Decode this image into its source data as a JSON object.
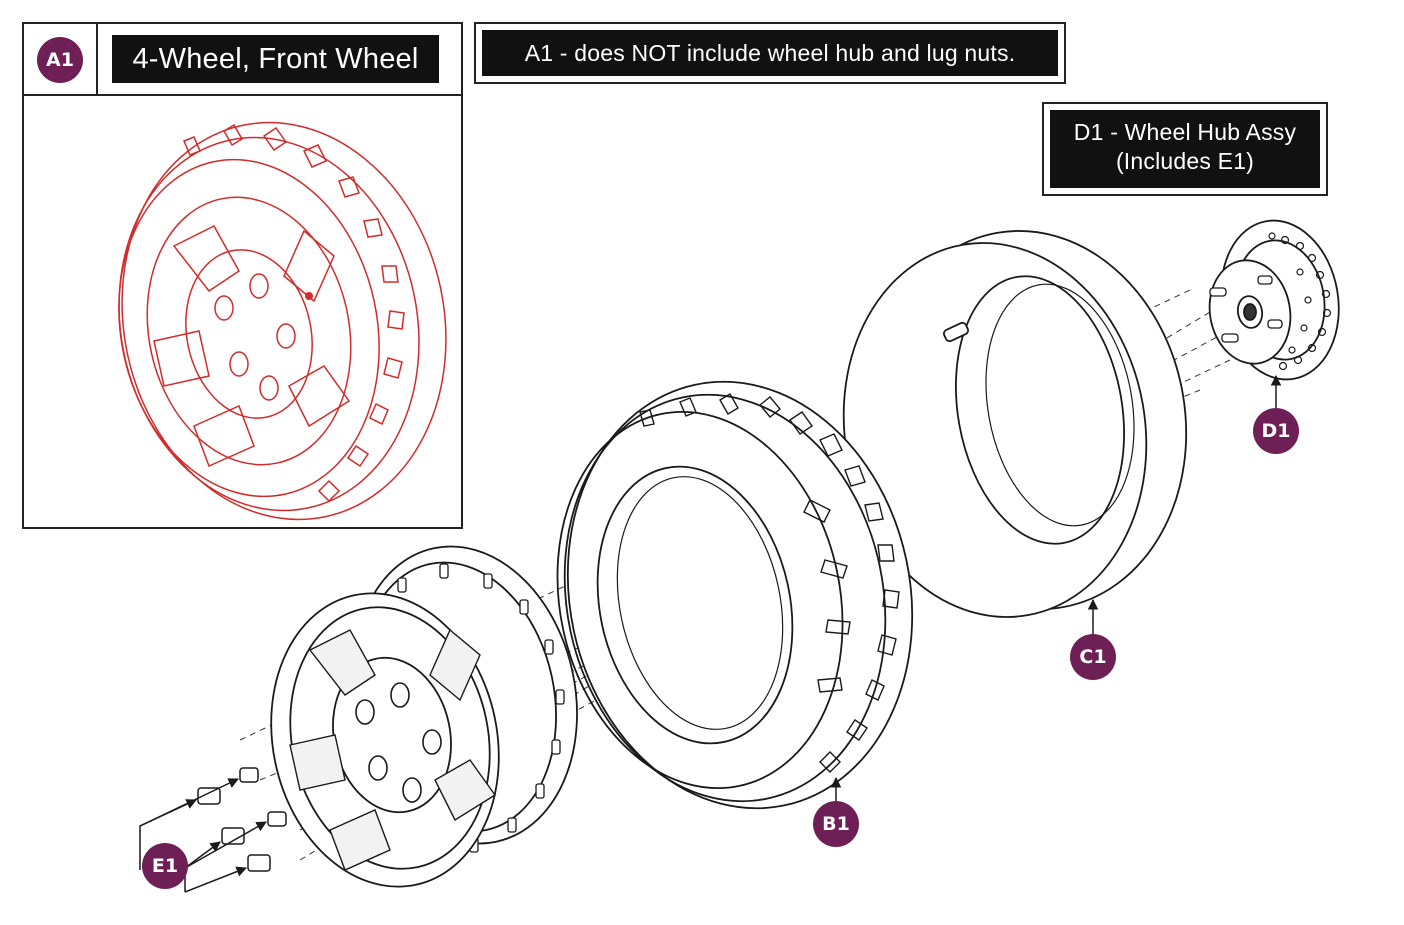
{
  "inset": {
    "badge": "A1",
    "title": "4-Wheel, Front Wheel"
  },
  "notes": {
    "a1_note": "A1 - does NOT include wheel hub and lug nuts.",
    "d1_line1": "D1 - Wheel Hub Assy",
    "d1_line2": "(Includes E1)"
  },
  "callouts": {
    "b1": "B1",
    "c1": "C1",
    "d1": "D1",
    "e1": "E1"
  },
  "colors": {
    "badge": "#6e1f55",
    "inset_drawing": "#d22b2b",
    "line_art": "#1a1a1a"
  }
}
